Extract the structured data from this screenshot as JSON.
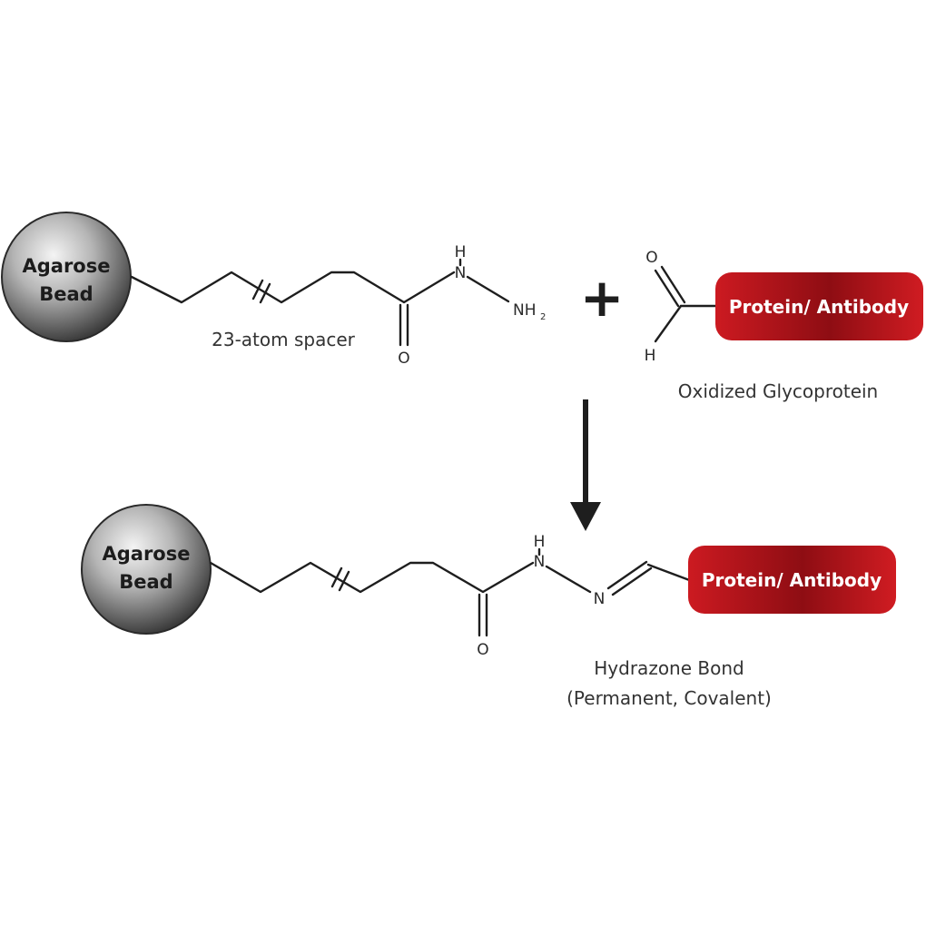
{
  "reactant_bead": {
    "line1": "Agarose",
    "line2": "Bead"
  },
  "product_bead": {
    "line1": "Agarose",
    "line2": "Bead"
  },
  "spacer_caption": "23-atom spacer",
  "reactant_atoms": {
    "hydrazide_h": "H",
    "hydrazide_n": "N",
    "amine_nh": "NH",
    "amine_sub": "2",
    "carbonyl_o": "O"
  },
  "plus_sign": "+",
  "aldehyde_atoms": {
    "o": "O",
    "h": "H"
  },
  "reactant_pill": "Protein/ Antibody",
  "glycoprotein_caption": "Oxidized Glycoprotein",
  "product_atoms": {
    "nh_h": "H",
    "nh_n": "N",
    "imine_n": "N",
    "carbonyl_o": "O"
  },
  "product_pill": "Protein/ Antibody",
  "bond_caption": {
    "line1": "Hydrazone Bond",
    "line2": "(Permanent, Covalent)"
  },
  "colors": {
    "pill_red": "#c4161c",
    "pill_dark": "#8a0d12",
    "bead_light": "#f2f2f2",
    "bead_dark": "#3c3c3c",
    "line": "#1e1e1e"
  }
}
